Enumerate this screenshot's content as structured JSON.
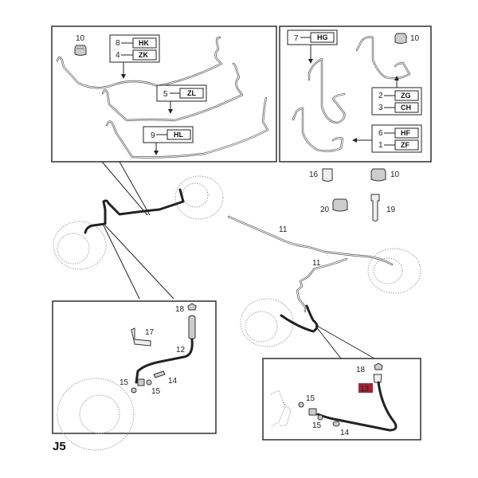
{
  "diagram": {
    "title": "J5",
    "panels": {
      "top_left": {
        "nut": "10",
        "callouts": [
          {
            "num": "8",
            "code": "HK"
          },
          {
            "num": "4",
            "code": "ZK"
          },
          {
            "num": "5",
            "code": "ZL"
          },
          {
            "num": "9",
            "code": "HL"
          }
        ]
      },
      "top_right": {
        "nut": "10",
        "callouts": [
          {
            "num": "7",
            "code": "HG"
          },
          {
            "num": "2",
            "code": "ZG"
          },
          {
            "num": "3",
            "code": "CH"
          },
          {
            "num": "6",
            "code": "HF"
          },
          {
            "num": "1",
            "code": "ZF"
          }
        ]
      },
      "fittings": [
        {
          "num": "16",
          "part": "union-sleeve"
        },
        {
          "num": "10",
          "part": "nut"
        },
        {
          "num": "20",
          "part": "nut"
        },
        {
          "num": "19",
          "part": "bolt"
        }
      ],
      "overview": {
        "pipe_labels": [
          "11",
          "11"
        ]
      },
      "bottom_left": {
        "labels": {
          "clip": "18",
          "bracket": "17",
          "hose": "12",
          "washer_a": "15",
          "washer_b": "15",
          "bolt": "14"
        }
      },
      "bottom_right": {
        "labels": {
          "clip": "18",
          "hose_highlighted": "13",
          "washer_a": "15",
          "washer_b": "15",
          "bolt": "14"
        },
        "highlight_color": "#a2233a"
      }
    }
  }
}
